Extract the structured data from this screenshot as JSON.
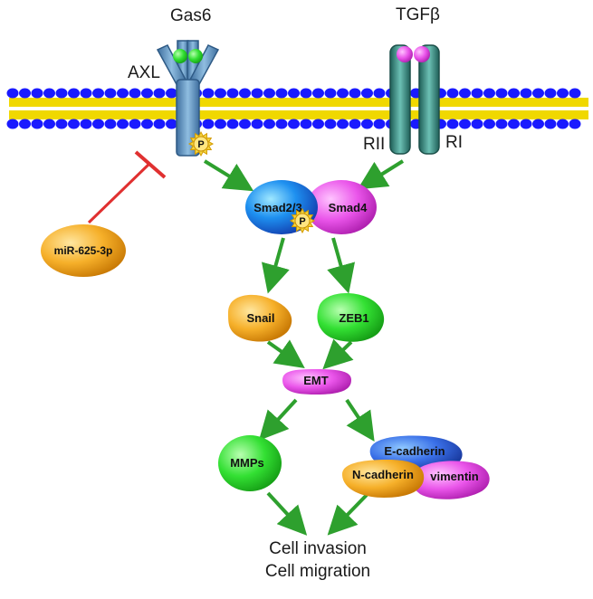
{
  "ligands": {
    "gas6": "Gas6",
    "tgfb": "TGFβ"
  },
  "receptors": {
    "axl": "AXL",
    "rii": "RII",
    "ri": "RI",
    "phospho": "P"
  },
  "inhibitor": {
    "mirna": "miR-625-3p"
  },
  "nodes": {
    "smad23": "Smad2/3",
    "smad4": "Smad4",
    "snail": "Snail",
    "zeb1": "ZEB1",
    "emt": "EMT",
    "mmps": "MMPs",
    "ecadherin": "E-cadherin",
    "ncadherin": "N-cadherin",
    "vimentin": "vimentin"
  },
  "outcome": {
    "line1": "Cell invasion",
    "line2": "Cell migration"
  },
  "colors": {
    "membrane": "#1a1aff",
    "membrane_tail": "#f0d800",
    "receptor_blue": "#5a8fbf",
    "receptor_teal": "#2f8a80",
    "ligand_green": "#33e033",
    "ligand_pink": "#e040e0",
    "arrow": "#2ea02e",
    "inhibit": "#e03030",
    "orange": "#f5a623",
    "green": "#2ee02e",
    "magenta": "#e84ee8",
    "blue": "#2f5fe0"
  }
}
